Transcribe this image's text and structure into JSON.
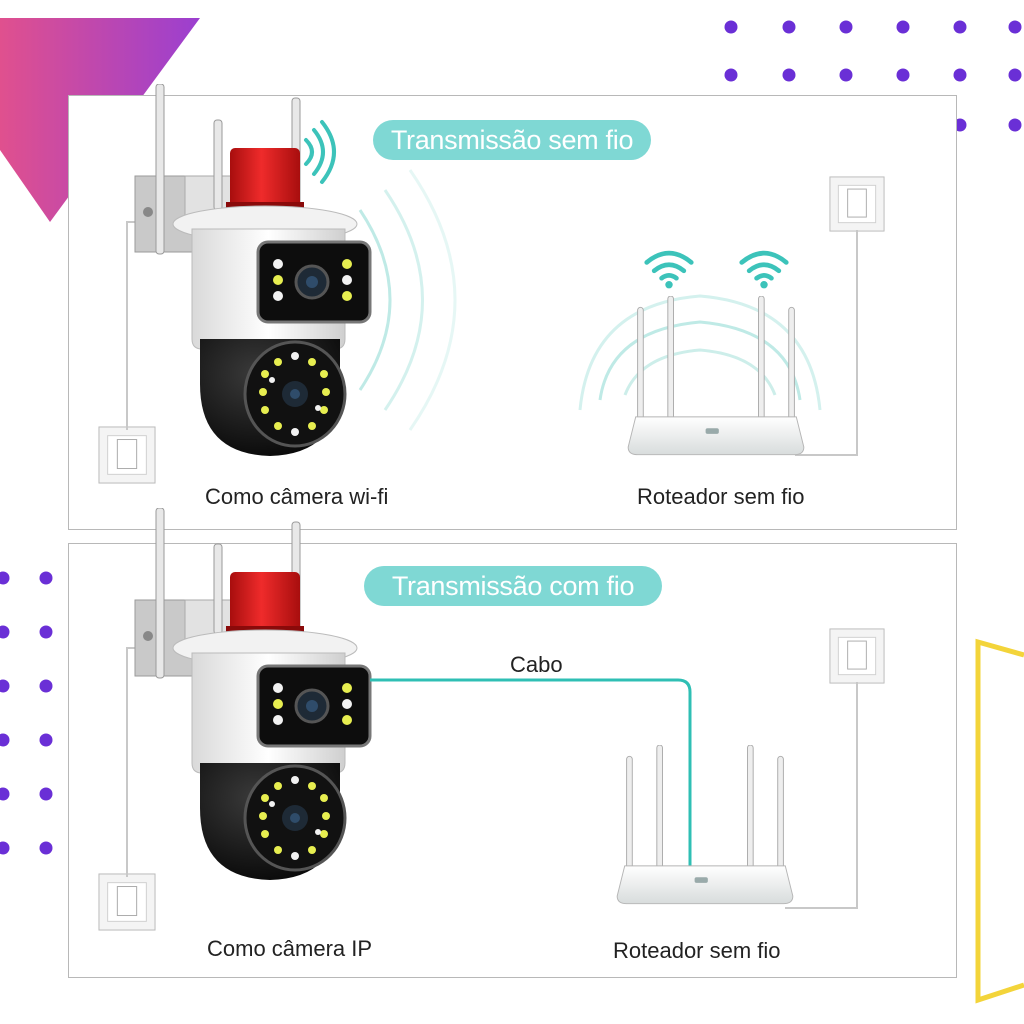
{
  "colors": {
    "accent_teal": "#7fd8d4",
    "cable_teal": "#2fbfb4",
    "dot_purple": "#6a2fd6",
    "triangle_pink": "#e0508e",
    "triangle_violet": "#9b3fd0",
    "outline_yellow": "#f3d43a",
    "alarm_red": "#e02424"
  },
  "wireless_section": {
    "pill_label": "Transmissão sem fio",
    "camera_caption": "Como câmera wi-fi",
    "router_caption": "Roteador sem fio"
  },
  "wired_section": {
    "pill_label": "Transmissão com fio",
    "cable_label": "Cabo",
    "camera_caption": "Como câmera IP",
    "router_caption": "Roteador sem fio"
  },
  "icons": [
    "camera-icon",
    "router-icon",
    "wifi-signal-icon",
    "power-outlet-icon",
    "alarm-light-icon"
  ]
}
